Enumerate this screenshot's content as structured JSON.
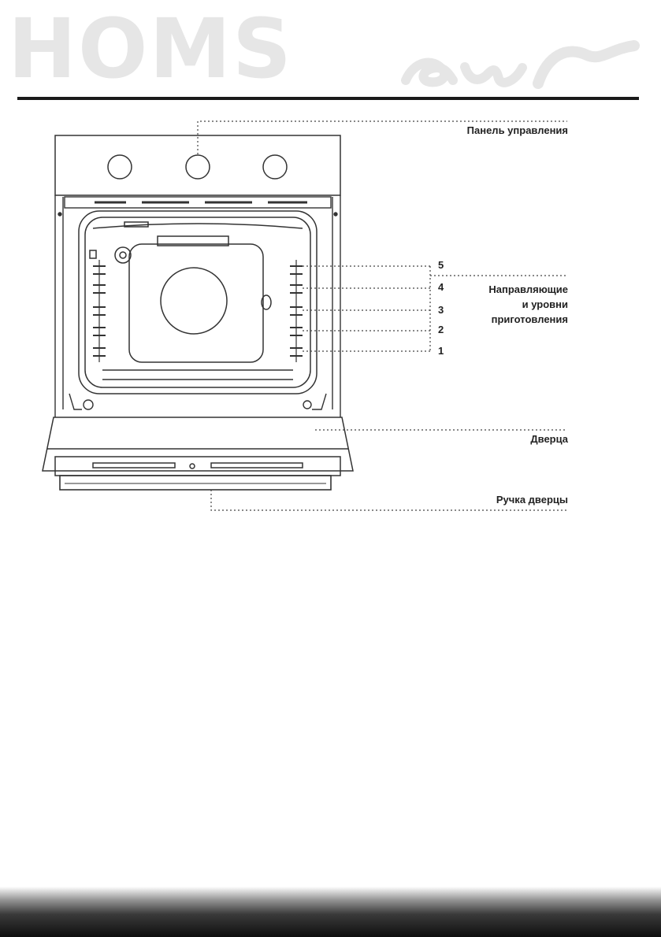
{
  "brand": {
    "wordmark": "HOMS",
    "script": "air"
  },
  "labels": {
    "control_panel": "Панель управления",
    "guides_line1": "Направляющие",
    "guides_line2": "и уровни",
    "guides_line3": "приготовления",
    "door": "Дверца",
    "door_handle": "Ручка дверцы"
  },
  "levels": [
    "5",
    "4",
    "3",
    "2",
    "1"
  ],
  "colors": {
    "ink": "#222222",
    "rule": "#1a1a1a",
    "logo": "#e6e6e6"
  }
}
